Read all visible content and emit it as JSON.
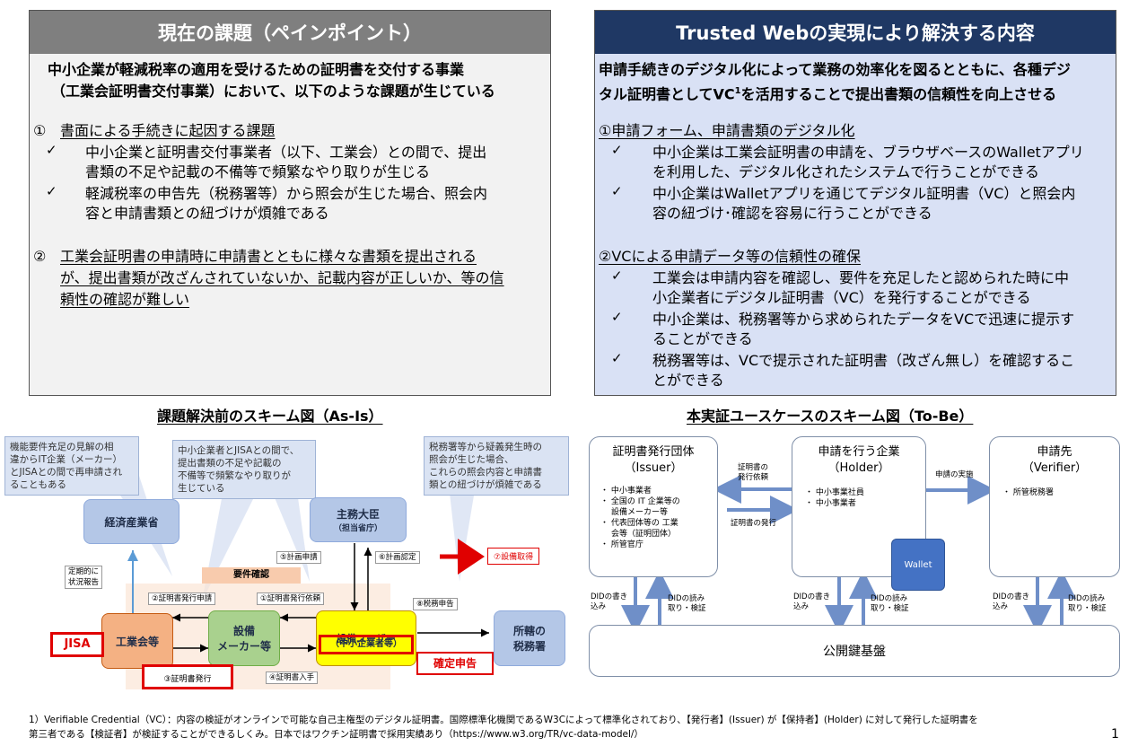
{
  "left_panel": {
    "header": "現在の課題（ペインポイント）",
    "intro_line1": "中小企業が軽減税率の適用を受けるための証明書を交付する事業",
    "intro_line2": "（工業会証明書交付事業）において、以下のような課題が生じている",
    "sec1_num": "①",
    "sec1_title": "書面による手続きに起因する課題",
    "sec1_item1_l1": "中小企業と証明書交付事業者（以下、工業会）との間で、提出",
    "sec1_item1_l2": "書類の不足や記載の不備等で頻繁なやり取りが生じる",
    "sec1_item2_l1": "軽減税率の申告先（税務署等）から照会が生じた場合、照会内",
    "sec1_item2_l2": "容と申請書類との紐づけが煩雑である",
    "sec2_num": "②",
    "sec2_l1": "工業会証明書の申請時に申請書とともに様々な書類を提出される",
    "sec2_l2": "が、提出書類が改ざんされていないか、記載内容が正しいか、等の信",
    "sec2_l3": "頼性の確認が難しい",
    "check": "✓"
  },
  "right_panel": {
    "header": "Trusted Webの実現により解決する内容",
    "intro_line1": "申請手続きのデジタル化によって業務の効率化を図るとともに、各種デジ",
    "intro_line2a": "タル証明書としてVC",
    "intro_sup": "1",
    "intro_line2b": "を活用することで提出書類の信頼性を向上させる",
    "sec1_title": "①申請フォーム、申請書類のデジタル化",
    "sec1_item1_l1": "中小企業は工業会証明書の申請を、ブラウザベースのWalletアプリ",
    "sec1_item1_l2": "を利用した、デジタル化されたシステムで行うことができる",
    "sec1_item2_l1": "中小企業はWalletアプリを通じてデジタル証明書（VC）と照会内",
    "sec1_item2_l2": "容の紐づけ･確認を容易に行うことができる",
    "sec2_title": "②VCによる申請データ等の信頼性の確保",
    "sec2_item1_l1": "工業会は申請内容を確認し、要件を充足したと認められた時に中",
    "sec2_item1_l2": "小企業者にデジタル証明書（VC）を発行することができる",
    "sec2_item2_l1": "中小企業は、税務署等から求められたデータをVCで迅速に提示す",
    "sec2_item2_l2": "ることができる",
    "sec2_item3_l1": "税務署等は、VCで提示された証明書（改ざん無し）を確認するこ",
    "sec2_item3_l2": "とができる",
    "check": "✓"
  },
  "asis": {
    "title": "課題解決前のスキーム図（As-Is）",
    "callout1": [
      "機能要件充足の見解の相",
      "違からIT企業（メーカー）",
      "とJISAとの間で再申請され",
      "ることもある"
    ],
    "callout2": [
      "中小企業者とJISAとの間で、",
      "提出書類の不足や記載の",
      "不備等で頻繁なやり取りが",
      "生じている"
    ],
    "callout3": [
      "税務署等から疑義発生時の",
      "照会が生じた場合、",
      "これらの照会内容と申請書",
      "類との紐づけが煩雑である"
    ],
    "meti": "経済産業省",
    "minister": "主務大臣",
    "minister_sub": "（担当省庁）",
    "regular_report": [
      "定期的に",
      "状況報告"
    ],
    "req_confirm": "要件確認",
    "plan_apply": "⑤計画申請",
    "plan_approve": "⑥計画認定",
    "equip_get": "⑦設備取得",
    "cert_issue_apply": "②証明書発行申請",
    "cert_issue_request": "①証明書発行依頼",
    "tax_report": "⑧税務申告",
    "industry": "工業会等",
    "maker": [
      "設備",
      "メーカー等"
    ],
    "user": "設備ユーザー",
    "user_sub": "（中小企業者等）",
    "taxoffice": [
      "所轄の",
      "税務署"
    ],
    "jisa": "JISA",
    "cert_issue": "③証明書発行",
    "cert_get": "④証明書入手",
    "final_tax": "確定申告"
  },
  "tobe": {
    "title": "本実証ユースケースのスキーム図（To-Be）",
    "issuer_title": [
      "証明書発行団体",
      "（Issuer）"
    ],
    "issuer_items": [
      "中小事業者",
      "全国の IT 企業等の",
      "設備メーカー等",
      "代表団体等の 工業",
      "会等（証明団体）",
      "所管官庁"
    ],
    "holder_title": [
      "申請を行う企業",
      "（Holder）"
    ],
    "holder_items": [
      "中小事業社員",
      "中小事業者"
    ],
    "verifier_title": [
      "申請先",
      "（Verifier）"
    ],
    "verifier_items": [
      "所管税務署"
    ],
    "wallet": "Wallet",
    "req_label": [
      "証明書の",
      "発行依頼"
    ],
    "issue_label": "証明書の発行",
    "apply_label": "申請の実施",
    "did_write": [
      "DIDの書き",
      "込み"
    ],
    "did_read": [
      "DIDの読み",
      "取り・検証"
    ],
    "pki": "公開鍵基盤"
  },
  "footnote": {
    "line1": "1）Verifiable Credential（VC）：内容の検証がオンラインで可能な自己主権型のデジタル証明書。国際標準化機関であるW3Cによって標準化されており、【発行者】(Issuer) が【保持者】(Holder) に対して発行した証明書を",
    "line2": "第三者である【検証者】が検証することができるしくみ。日本ではワクチン証明書で採用実績あり（https://www.w3.org/TR/vc-data-model/）",
    "page": "1"
  },
  "colors": {
    "left_header": "#7f7f7f",
    "right_header": "#1f3864",
    "accent_red": "#e00000",
    "arrow_blue": "#6f8fc8"
  }
}
